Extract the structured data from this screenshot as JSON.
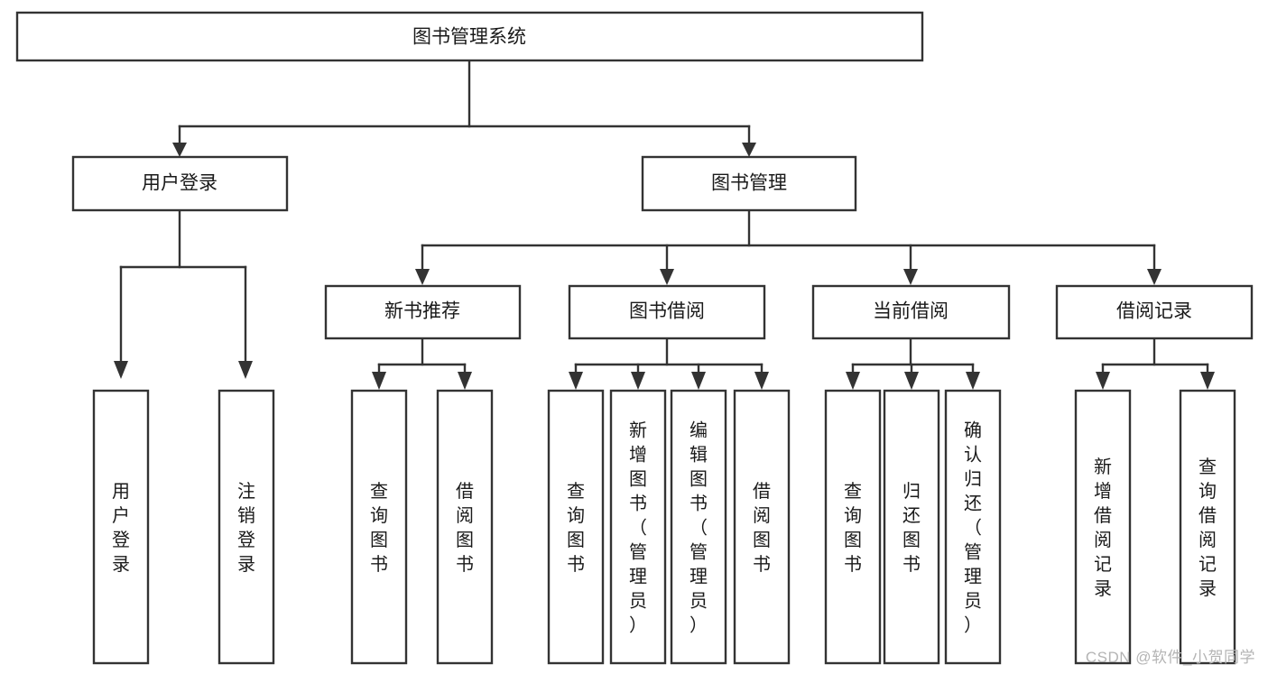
{
  "diagram": {
    "title": "图书管理系统",
    "type": "hierarchy-tree",
    "style": {
      "box_fill": "#ffffff",
      "box_stroke": "#333333",
      "connector_color": "#333333",
      "text_color": "#1a1a1a",
      "background": "#ffffff",
      "watermark_color": "#b4b4b4"
    },
    "root": {
      "id": "root",
      "label": "图书管理系统"
    },
    "level2": [
      {
        "id": "user-login",
        "label": "用户登录"
      },
      {
        "id": "book-manage",
        "label": "图书管理"
      }
    ],
    "level3": [
      {
        "id": "new-book-recommend",
        "label": "新书推荐",
        "parent": "book-manage"
      },
      {
        "id": "book-borrow",
        "label": "图书借阅",
        "parent": "book-manage"
      },
      {
        "id": "current-borrow",
        "label": "当前借阅",
        "parent": "book-manage"
      },
      {
        "id": "borrow-record",
        "label": "借阅记录",
        "parent": "book-manage"
      }
    ],
    "leaves": [
      {
        "id": "leaf-user-login",
        "label": "用户登录",
        "parent": "user-login"
      },
      {
        "id": "leaf-logout",
        "label": "注销登录",
        "parent": "user-login"
      },
      {
        "id": "leaf-query-book-1",
        "label": "查询图书",
        "parent": "new-book-recommend"
      },
      {
        "id": "leaf-borrow-book-1",
        "label": "借阅图书",
        "parent": "new-book-recommend"
      },
      {
        "id": "leaf-query-book-2",
        "label": "查询图书",
        "parent": "book-borrow"
      },
      {
        "id": "leaf-add-book",
        "label": "新增图书（管理员）",
        "parent": "book-borrow"
      },
      {
        "id": "leaf-edit-book",
        "label": "编辑图书（管理员）",
        "parent": "book-borrow"
      },
      {
        "id": "leaf-borrow-book-2",
        "label": "借阅图书",
        "parent": "book-borrow"
      },
      {
        "id": "leaf-query-book-3",
        "label": "查询图书",
        "parent": "current-borrow"
      },
      {
        "id": "leaf-return-book",
        "label": "归还图书",
        "parent": "current-borrow"
      },
      {
        "id": "leaf-confirm-return",
        "label": "确认归还（管理员）",
        "parent": "current-borrow"
      },
      {
        "id": "leaf-add-record",
        "label": "新增借阅记录",
        "parent": "borrow-record"
      },
      {
        "id": "leaf-query-record",
        "label": "查询借阅记录",
        "parent": "borrow-record"
      }
    ],
    "watermark": "CSDN @软件_小贺同学"
  }
}
